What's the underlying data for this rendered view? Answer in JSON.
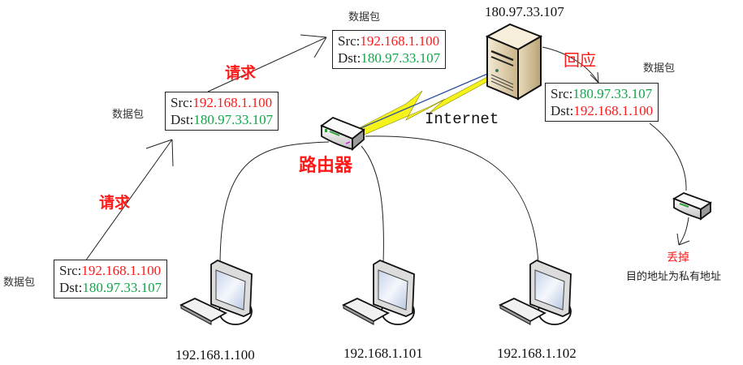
{
  "colors": {
    "src_private": "#ff1a1a",
    "dst_public": "#12a54a",
    "action": "#ff1a1a"
  },
  "server": {
    "ip": "180.97.33.107",
    "icon": "server-tower-icon"
  },
  "internet_label": "Internet",
  "router": {
    "label": "路由器",
    "icon": "router-icon"
  },
  "packets": [
    {
      "caption": "数据包",
      "src_label": "Src:",
      "src": "192.168.1.100",
      "dst_label": "Dst:",
      "dst": "180.97.33.107"
    },
    {
      "caption": "数据包",
      "src_label": "Src:",
      "src": "192.168.1.100",
      "dst_label": "Dst:",
      "dst": "180.97.33.107"
    },
    {
      "caption": "数据包",
      "src_label": "Src:",
      "src": "192.168.1.100",
      "dst_label": "Dst:",
      "dst": "180.97.33.107"
    },
    {
      "caption": "数据包",
      "src_label": "Src:",
      "src": "180.97.33.107",
      "dst_label": "Dst:",
      "dst": "192.168.1.100"
    }
  ],
  "actions": {
    "request_1": "请求",
    "request_2": "请求",
    "response": "回应"
  },
  "hosts": [
    {
      "ip": "192.168.1.100",
      "icon": "desktop-computer-icon"
    },
    {
      "ip": "192.168.1.101",
      "icon": "desktop-computer-icon"
    },
    {
      "ip": "192.168.1.102",
      "icon": "desktop-computer-icon"
    }
  ],
  "drop": {
    "label": "丢掉",
    "reason": "目的地址为私有地址",
    "icon": "router-icon"
  }
}
